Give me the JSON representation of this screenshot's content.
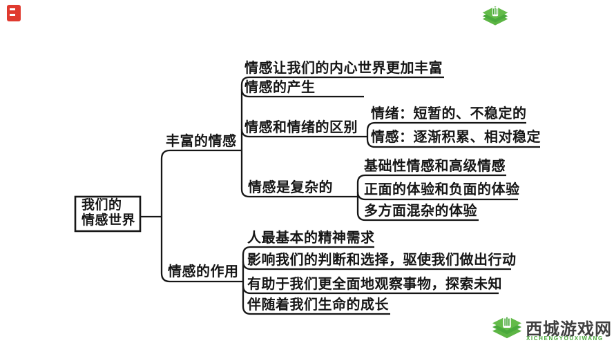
{
  "mindmap": {
    "root": {
      "line1": "我们的",
      "line2": "情感世界"
    },
    "branches": [
      {
        "label": "丰富的情感",
        "children": [
          {
            "label": "情感让我们的内心世界更加丰富"
          },
          {
            "label": "情感的产生"
          },
          {
            "label": "情感和情绪的区别",
            "children": [
              {
                "label": "情绪：短暂的、不稳定的"
              },
              {
                "label": "情感：逐渐积累、相对稳定"
              }
            ]
          },
          {
            "label": "情感是复杂的",
            "children": [
              {
                "label": "基础性情感和高级情感"
              },
              {
                "label": "正面的体验和负面的体验"
              },
              {
                "label": "多方面混杂的体验"
              }
            ]
          }
        ]
      },
      {
        "label": "情感的作用",
        "children": [
          {
            "label": "人最基本的精神需求"
          },
          {
            "label": "影响我们的判断和选择，驱使我们做出行动"
          },
          {
            "label": "有助于我们更全面地观察事物，探索未知"
          },
          {
            "label": "伴随着我们生命的成长"
          }
        ]
      }
    ]
  },
  "watermark": {
    "site_name": "西城游戏网",
    "site_slug": "XICHENGYOUXIWANG",
    "brand_green": "#4aa93c",
    "name_color": "#3f3f3f"
  },
  "colors": {
    "line": "#161616",
    "corner_icon_red": "#e03a2f"
  }
}
